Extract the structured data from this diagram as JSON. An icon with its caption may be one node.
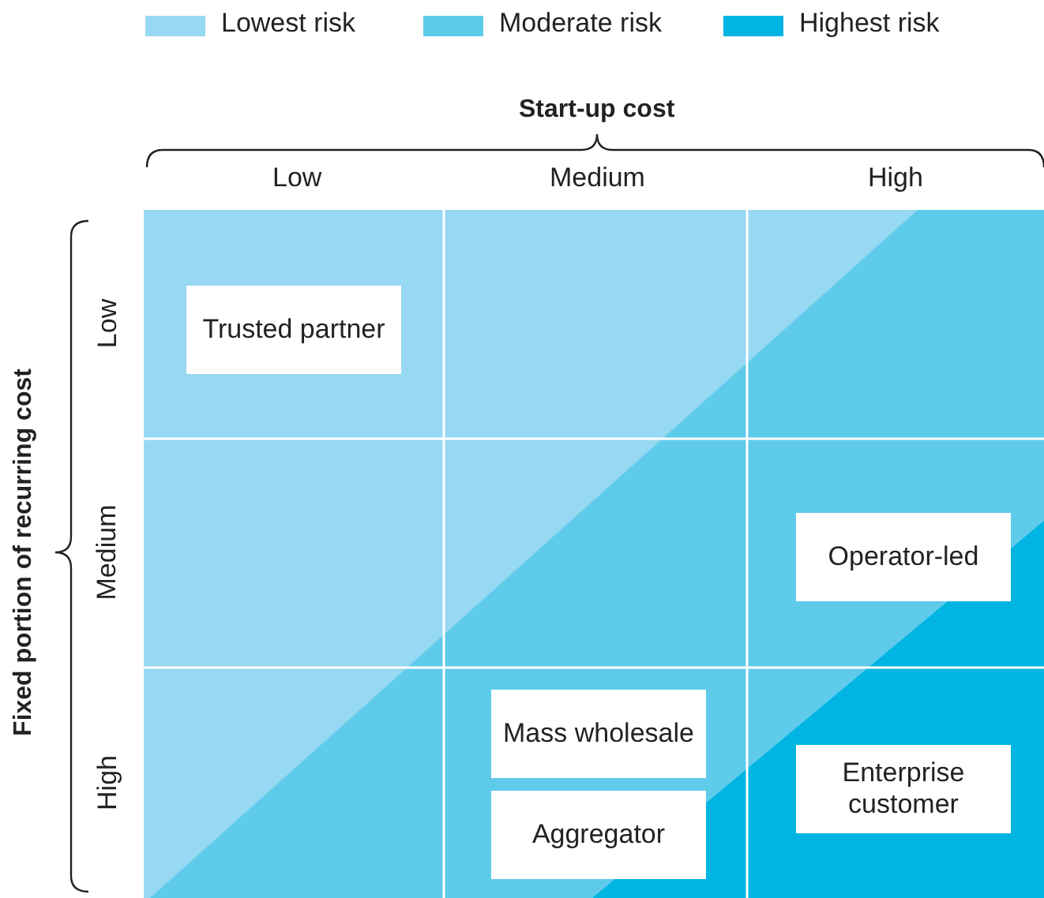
{
  "diagram": {
    "nodes": [
      {
        "text": [
          "Trusted partner"
        ]
      },
      {
        "text": [
          "Operator-led"
        ]
      },
      {
        "text": [
          "Mass wholesale"
        ]
      },
      {
        "text": [
          "Aggregator"
        ]
      },
      {
        "text": [
          "Enterprise customer"
        ]
      }
    ],
    "labels": [
      "Start-up cost",
      "Low",
      "Medium",
      "High",
      "Fixed portion of recurring cost",
      "Low",
      "Medium",
      "High"
    ],
    "legend": [
      {
        "text": "Lowest risk",
        "color": "#97d8f2"
      },
      {
        "text": "Moderate risk",
        "color": "#5fcbeb"
      },
      {
        "text": "Highest risk",
        "color": "#00b5e2"
      }
    ]
  }
}
